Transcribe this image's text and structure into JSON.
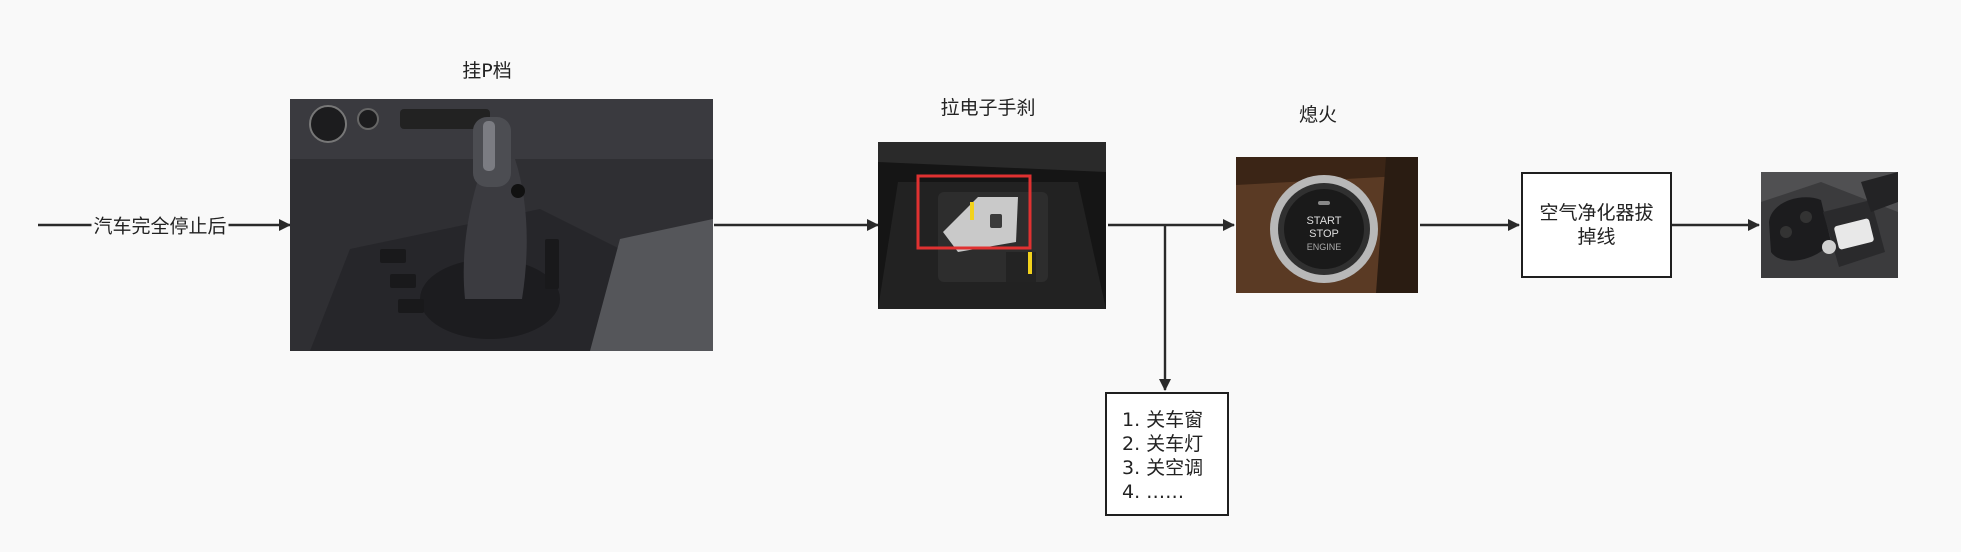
{
  "diagram": {
    "start_label": "汽车完全停止后",
    "steps": [
      {
        "title": "挂P档",
        "image": "gear-shift-photo"
      },
      {
        "title": "拉电子手刹",
        "image": "parking-brake-photo"
      },
      {
        "title": "熄火",
        "image": "start-stop-button-photo"
      }
    ],
    "purifier_box": "空气净化器拔掉线",
    "final_image": "car-key-photo",
    "checklist": [
      "1. 关车窗",
      "2. 关车灯",
      "3. 关空调",
      "4. ……"
    ],
    "photo_text": {
      "start": "START",
      "stop": "STOP",
      "engine": "ENGINE"
    }
  },
  "colors": {
    "line": "#2a2a2a",
    "highlight": "#e03131",
    "indicator": "#f2d21c"
  }
}
